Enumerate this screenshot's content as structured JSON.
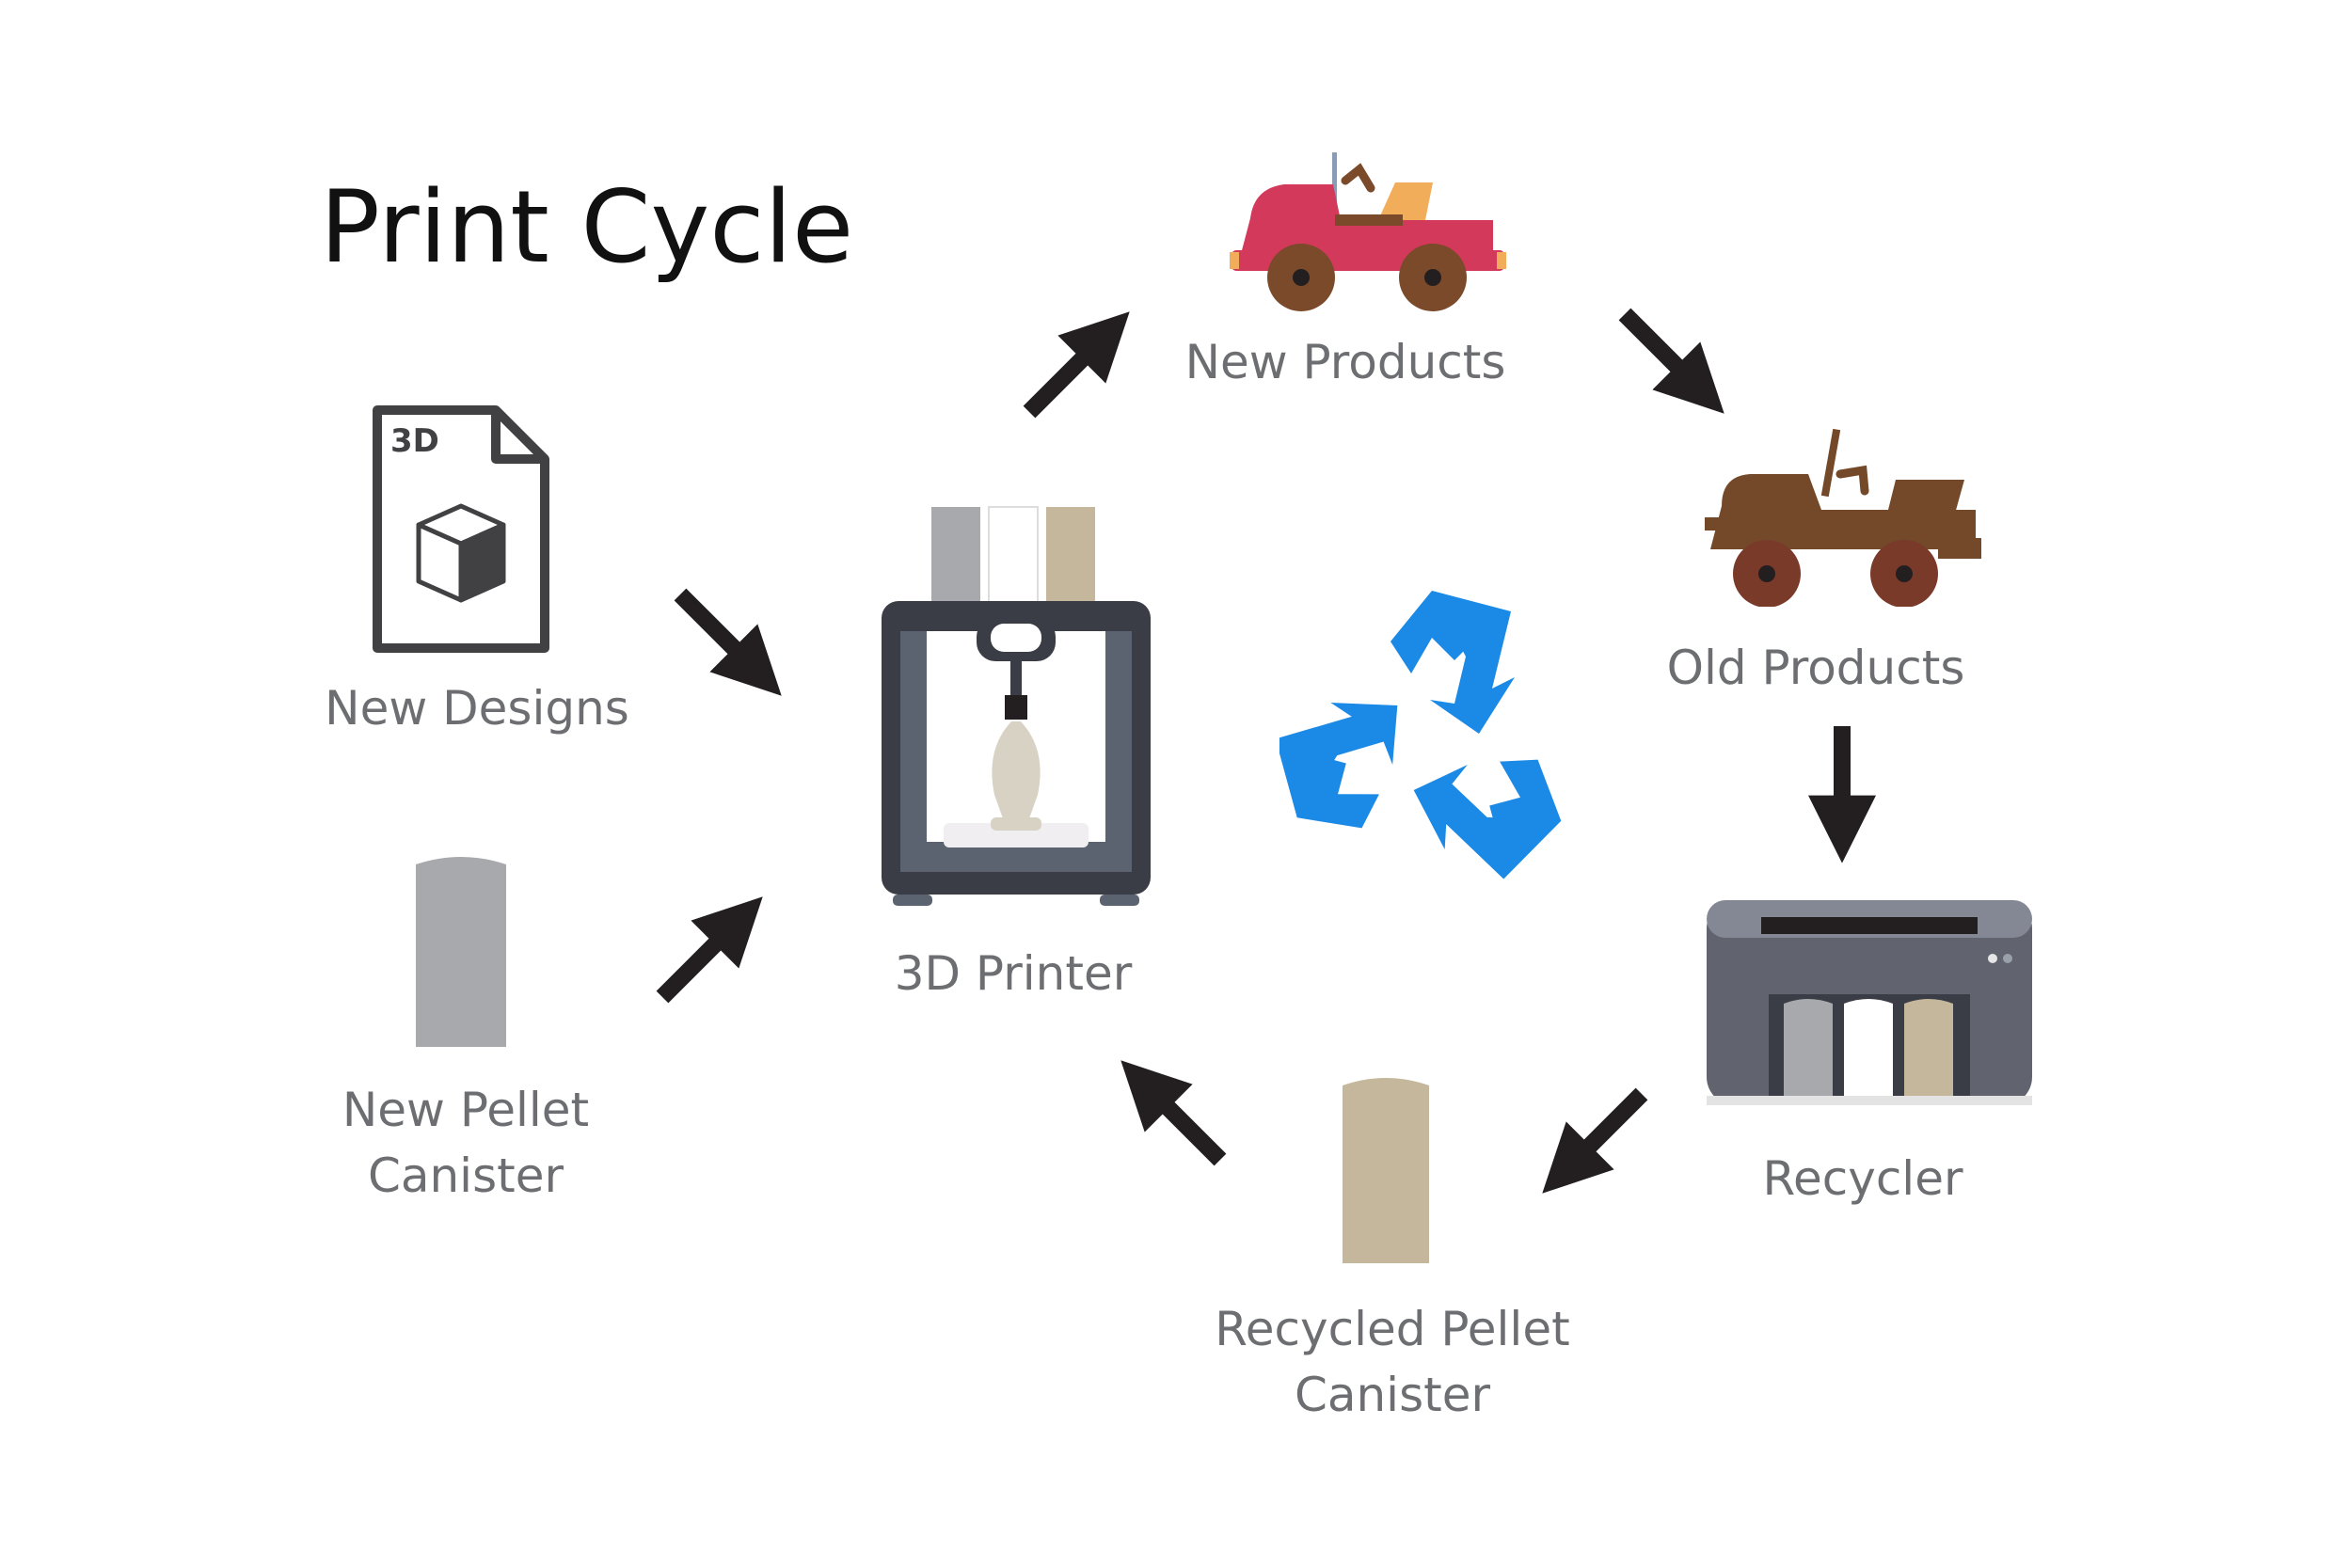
{
  "title": "Print Cycle",
  "nodes": {
    "new_designs": {
      "label": "New Designs",
      "badge": "3D"
    },
    "new_pellet": {
      "label_line1": "New Pellet",
      "label_line2": "Canister"
    },
    "printer": {
      "label": "3D Printer"
    },
    "new_products": {
      "label": "New Products"
    },
    "old_products": {
      "label": "Old Products"
    },
    "recycler": {
      "label": "Recycler"
    },
    "recycled_pellet": {
      "label_line1": "Recycled Pellet",
      "label_line2": "Canister"
    }
  },
  "colors": {
    "title": "#111111",
    "label": "#6d6e71",
    "arrow": "#231f20",
    "recycle": "#1a8ae6",
    "canister_gray": "#a7a9ac",
    "canister_tan": "#c4b79b",
    "car_red": "#d2395a",
    "car_brown": "#7a4a2a",
    "printer_frame": "#3a3d45"
  },
  "icons": {
    "center": "recycle-icon"
  }
}
